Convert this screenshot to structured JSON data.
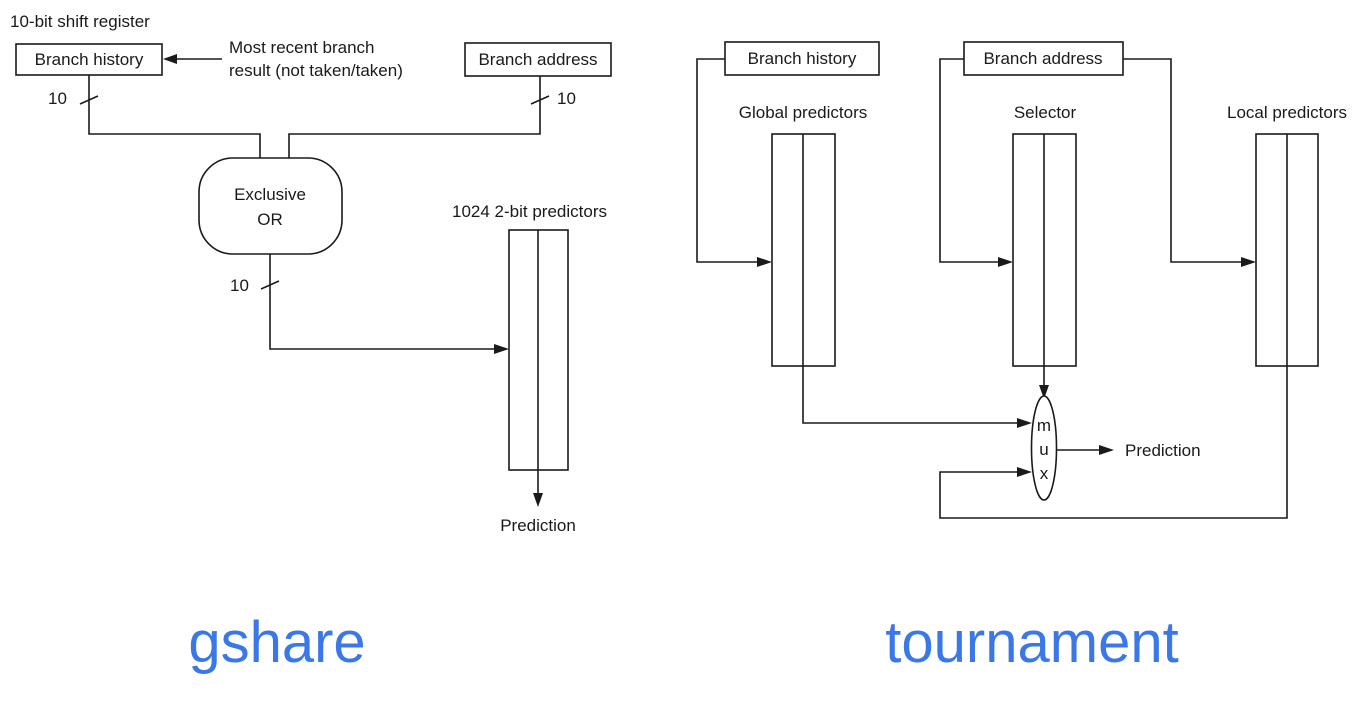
{
  "gshare": {
    "shift_register_label": "10-bit shift register",
    "branch_history_label": "Branch history",
    "recent_result_line1": "Most recent branch",
    "recent_result_line2": "result (not taken/taken)",
    "branch_address_label": "Branch address",
    "bits_history": "10",
    "bits_address": "10",
    "xor_line1": "Exclusive",
    "xor_line2": "OR",
    "bits_xor_out": "10",
    "predictors_label": "1024 2-bit predictors",
    "prediction_label": "Prediction",
    "caption": "gshare"
  },
  "tournament": {
    "branch_history_label": "Branch history",
    "branch_address_label": "Branch address",
    "global_label": "Global predictors",
    "selector_label": "Selector",
    "local_label": "Local predictors",
    "mux_m": "m",
    "mux_u": "u",
    "mux_x": "x",
    "prediction_label": "Prediction",
    "caption": "tournament"
  },
  "colors": {
    "caption": "#3b78e7",
    "ink": "#1a1a1a"
  }
}
